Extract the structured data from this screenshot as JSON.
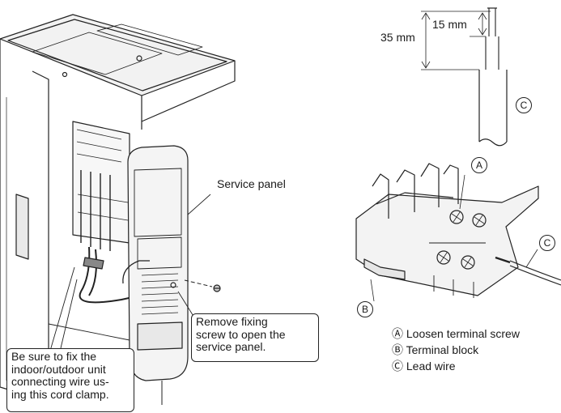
{
  "labels": {
    "service_panel": "Service panel",
    "dim_35": "35 mm",
    "dim_15": "15 mm",
    "marker_a": "A",
    "marker_b": "B",
    "marker_c_top": "C",
    "marker_c_block": "C"
  },
  "callouts": {
    "remove_screw": [
      "Remove fixing",
      "screw to open the",
      "service panel."
    ],
    "cord_clamp": [
      "Be sure to fix the",
      "indoor/outdoor unit",
      "connecting wire us-",
      "ing this cord clamp."
    ]
  },
  "legend": [
    {
      "symbol": "Ⓐ",
      "text": "Loosen terminal screw"
    },
    {
      "symbol": "Ⓑ",
      "text": "Terminal block"
    },
    {
      "symbol": "Ⓒ",
      "text": "Lead wire"
    }
  ]
}
